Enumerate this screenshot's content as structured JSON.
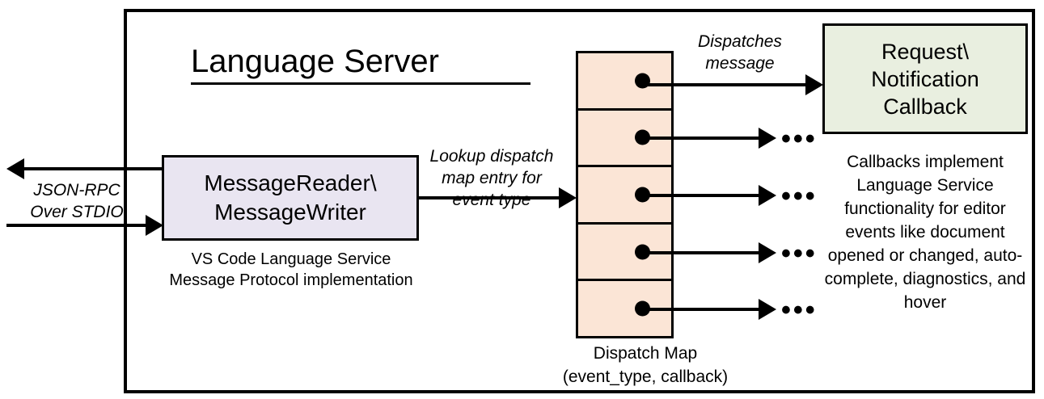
{
  "diagram": {
    "title": "Language Server",
    "boundary_name": "Language Server"
  },
  "nodes": {
    "message_io": {
      "label": "MessageReader\\\nMessageWriter",
      "line1": "MessageReader\\",
      "line2": "MessageWriter",
      "caption": "VS Code Language Service\nMessage Protocol implementation",
      "caption_line1": "VS Code Language Service",
      "caption_line2": "Message Protocol implementation",
      "fill": "#E9E5F1"
    },
    "dispatch_map": {
      "caption_line1": "Dispatch Map",
      "caption_line2": "(event_type, callback)",
      "fill": "#FBE5D6",
      "cell_count": 5,
      "cells": [
        {
          "name": "dispatch-entry-1"
        },
        {
          "name": "dispatch-entry-2"
        },
        {
          "name": "dispatch-entry-3"
        },
        {
          "name": "dispatch-entry-4"
        },
        {
          "name": "dispatch-entry-5"
        }
      ]
    },
    "callback": {
      "line1": "Request\\",
      "line2": "Notification",
      "line3": "Callback",
      "caption": "Callbacks implement Language Service functionality for editor events like document opened or changed, auto-complete, diagnostics, and hover",
      "fill": "#E9EFE0"
    }
  },
  "edges": {
    "jsonrpc": {
      "line1": "JSON-RPC",
      "line2": "Over STDIO"
    },
    "lookup": {
      "line1": "Lookup dispatch",
      "line2": "map entry for",
      "line3": "event type"
    },
    "dispatches": {
      "line1": "Dispatches",
      "line2": "message"
    },
    "ellipsis": "•••"
  },
  "colors": {
    "stroke": "#000000",
    "background": "#FFFFFF",
    "lavender": "#E9E5F1",
    "peach": "#FBE5D6",
    "green": "#E9EFE0"
  }
}
